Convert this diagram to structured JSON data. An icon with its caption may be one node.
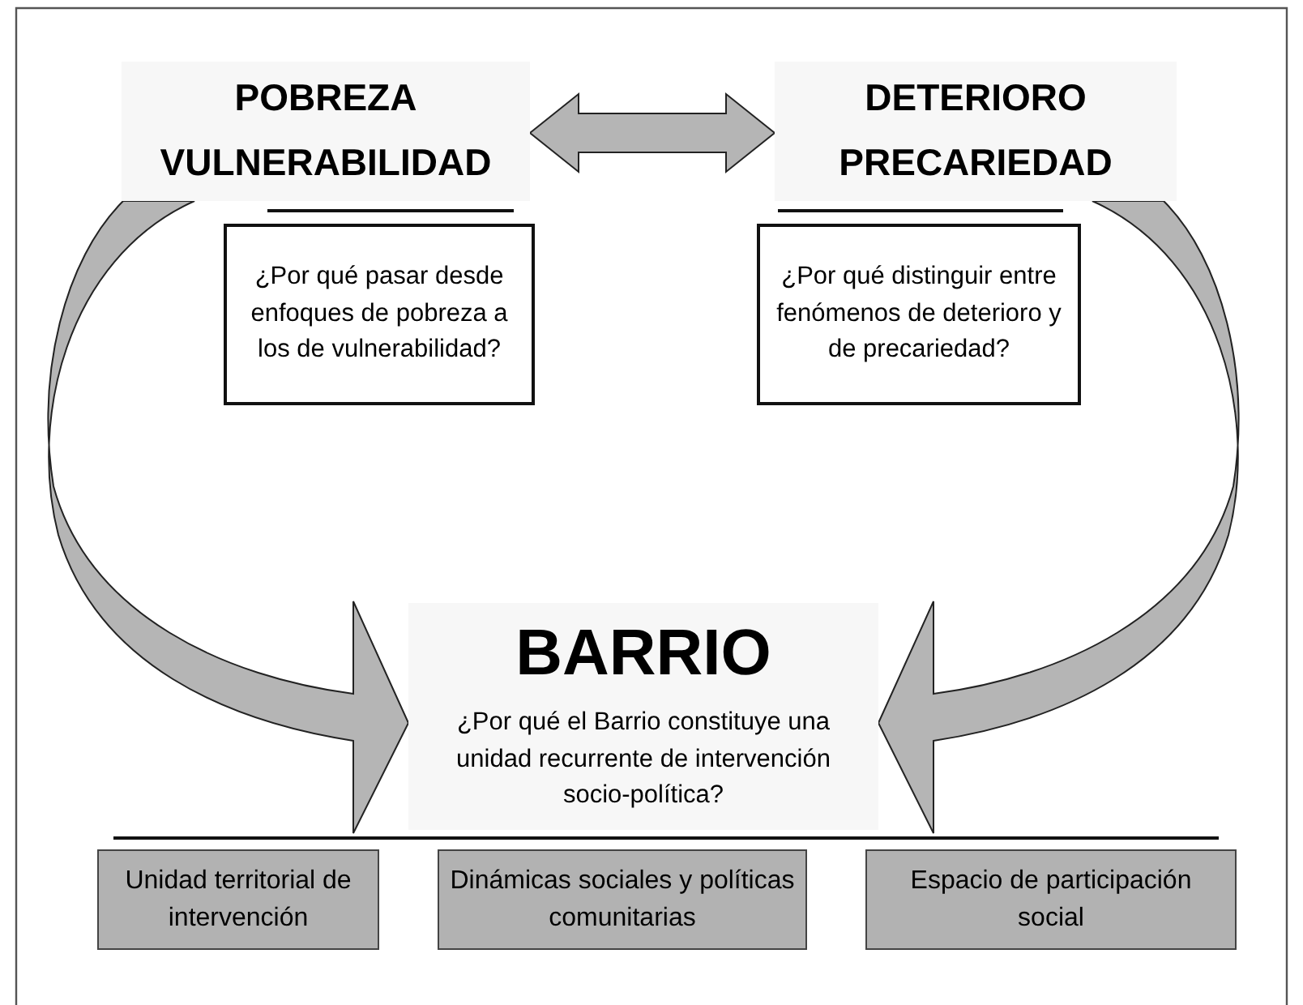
{
  "diagram": {
    "nodes": [
      {
        "text": [
          "POBREZA",
          "VULNERABILIDAD"
        ]
      },
      {
        "text": [
          "¿Por qué pasar desde enfoques de pobreza a los de vulnerabilidad?"
        ]
      },
      {
        "text": [
          "DETERIORO",
          "PRECARIEDAD"
        ]
      },
      {
        "text": [
          "¿Por qué distinguir entre fenómenos de deterioro y de precariedad?"
        ]
      },
      {
        "text": [
          "BARRIO",
          "¿Por qué el Barrio constituye una unidad recurrente de intervención socio-política?"
        ]
      },
      {
        "text": [
          "Unidad territorial de intervención"
        ]
      },
      {
        "text": [
          "Dinámicas sociales y políticas comunitarias"
        ]
      },
      {
        "text": [
          "Espacio de participación social"
        ]
      }
    ],
    "edges": [
      {
        "from": 0,
        "to": 2,
        "arrow": "both"
      },
      {
        "from": 0,
        "to": 4,
        "arrow": "to"
      },
      {
        "from": 2,
        "to": 4,
        "arrow": "to"
      }
    ]
  }
}
